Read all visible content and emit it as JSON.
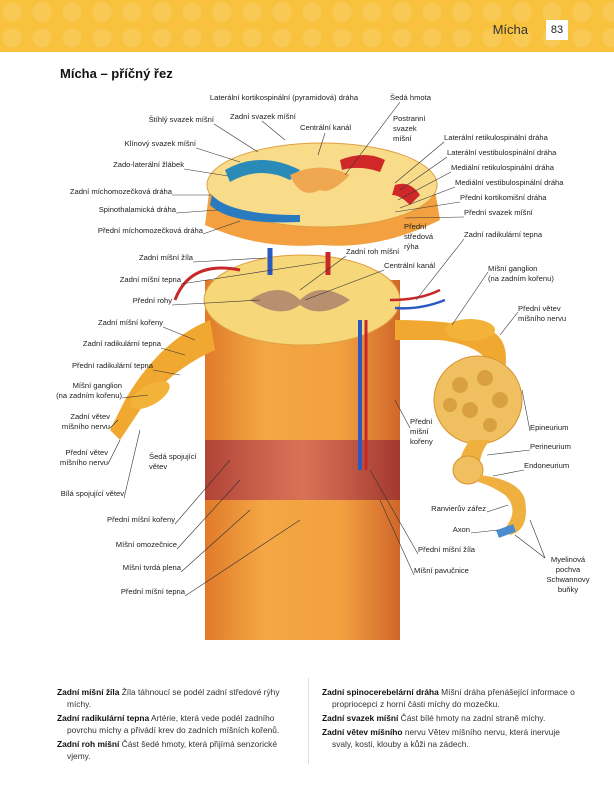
{
  "header": {
    "chapter": "Mícha",
    "page": "83",
    "accent": "#f8c23e"
  },
  "title": "Mícha – příčný řez",
  "labels": {
    "lat_kortiko": "Laterální kortikospinální (pyramidová) dráha",
    "stihly": "Štíhlý svazek míšní",
    "zadni_svazek": "Zadní svazek míšní",
    "centralni_kanal_top": "Centrální kanál",
    "klinovy": "Klínový svazek míšní",
    "zado_lat": "Zado-laterální žlábek",
    "zadni_micho": "Zadní míchomozečková dráha",
    "spinothal": "Spinothalamická dráha",
    "predni_micho": "Přední míchomozečková dráha",
    "zadni_zila": "Zadní míšní žíla",
    "zadni_tepna": "Zadní míšní tepna",
    "predni_rohy": "Přední rohy",
    "zadni_koreny": "Zadní míšní kořeny",
    "zadni_radik_left": "Zadní radikulární tepna",
    "predni_radik": "Přední radikulární tepna",
    "ganglion_left": "Míšní ganglion\n(na zadním kořenu)",
    "zadni_vetev": "Zadní větev\nmíšního nervu",
    "predni_vetev_left": "Přední větev\nmíšního nervu",
    "seda_spoj": "Šedá spojující\nvětev",
    "bila_spoj": "Bílá spojující větev",
    "predni_koreny_left": "Přední míšní kořeny",
    "omozecnice": "Míšní omozečnice",
    "tvrda_plena": "Míšní tvrdá plena",
    "predni_tepna": "Přední míšní tepna",
    "seda_hmota": "Šedá hmota",
    "postranni": "Postranní\nsvazek\nmíšní",
    "lat_retiko": "Laterální retikulospinální dráha",
    "lat_vest": "Laterální vestibulospinální dráha",
    "med_retiko": "Mediální retikulospinální dráha",
    "med_vest": "Mediální vestibulospinální dráha",
    "predni_kortiko": "Přední kortikomišní dráha",
    "predni_svazek": "Přední svazek míšní",
    "predni_stredova": "Přední\nstředová\nrýha",
    "zadni_radik_right": "Zadní radikulární tepna",
    "zadni_roh": "Zadní roh míšní",
    "centralni_kanal_mid": "Centrální kanál",
    "ganglion_right": "Míšní ganglion\n(na zadním kořenu)",
    "predni_vetev_right": "Přední větev\nmíšního nervu",
    "predni_koreny_right": "Přední\nmíšní\nkořeny",
    "epineurium": "Epineurium",
    "perineurium": "Perineurium",
    "endoneurium": "Endoneurium",
    "ranvieruv": "Ranvierův zářez",
    "axon": "Axon",
    "predni_zila": "Přední míšní žíla",
    "pavucnice": "Míšní pavučnice",
    "myelin": "Myelinová pochva\nSchwannovy buňky"
  },
  "glossary": {
    "left": [
      {
        "term": "Zadní míšní žíla",
        "text": "Žíla táhnoucí se podél zadní středové rýhy míchy."
      },
      {
        "term": "Zadní radikulární tepna",
        "text": "Artérie, která vede podél zadního povrchu míchy a přivádí krev do zadních míšních kořenů."
      },
      {
        "term": "Zadní roh míšní",
        "text": "Část šedé hmoty, která přijímá senzorické vjemy."
      }
    ],
    "right": [
      {
        "term": "Zadní spinocerebelární dráha",
        "text": "Míšní dráha přenášející informace o propriocepci z horní části míchy do mozečku."
      },
      {
        "term": "Zadní svazek míšní",
        "text": "Část bílé hmoty na zadní straně míchy."
      },
      {
        "term": "Zadní větev míšního",
        "text": "nervu Větev míšního nervu, která inervuje svaly, kosti, klouby a kůži na zádech."
      }
    ]
  }
}
